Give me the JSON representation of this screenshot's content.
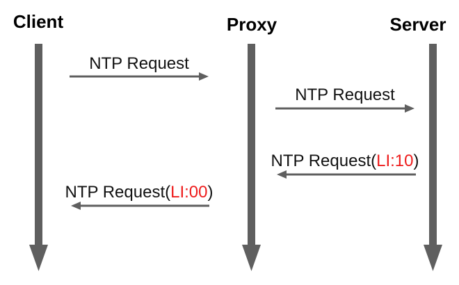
{
  "colors": {
    "lifeline": "#5f5f5f",
    "message_arrow": "#5f5f5f",
    "text": "#111111",
    "highlight": "#ee1c1c"
  },
  "actors": {
    "client": "Client",
    "proxy": "Proxy",
    "server": "Server"
  },
  "messages": [
    {
      "from": "client",
      "to": "proxy",
      "label": "NTP Request"
    },
    {
      "from": "proxy",
      "to": "server",
      "label": "NTP Request"
    },
    {
      "from": "server",
      "to": "proxy",
      "label_prefix": "NTP Request(",
      "label_highlight": "LI:10",
      "label_suffix": ")"
    },
    {
      "from": "proxy",
      "to": "client",
      "label_prefix": "NTP Request(",
      "label_highlight": "LI:00",
      "label_suffix": ")"
    }
  ]
}
